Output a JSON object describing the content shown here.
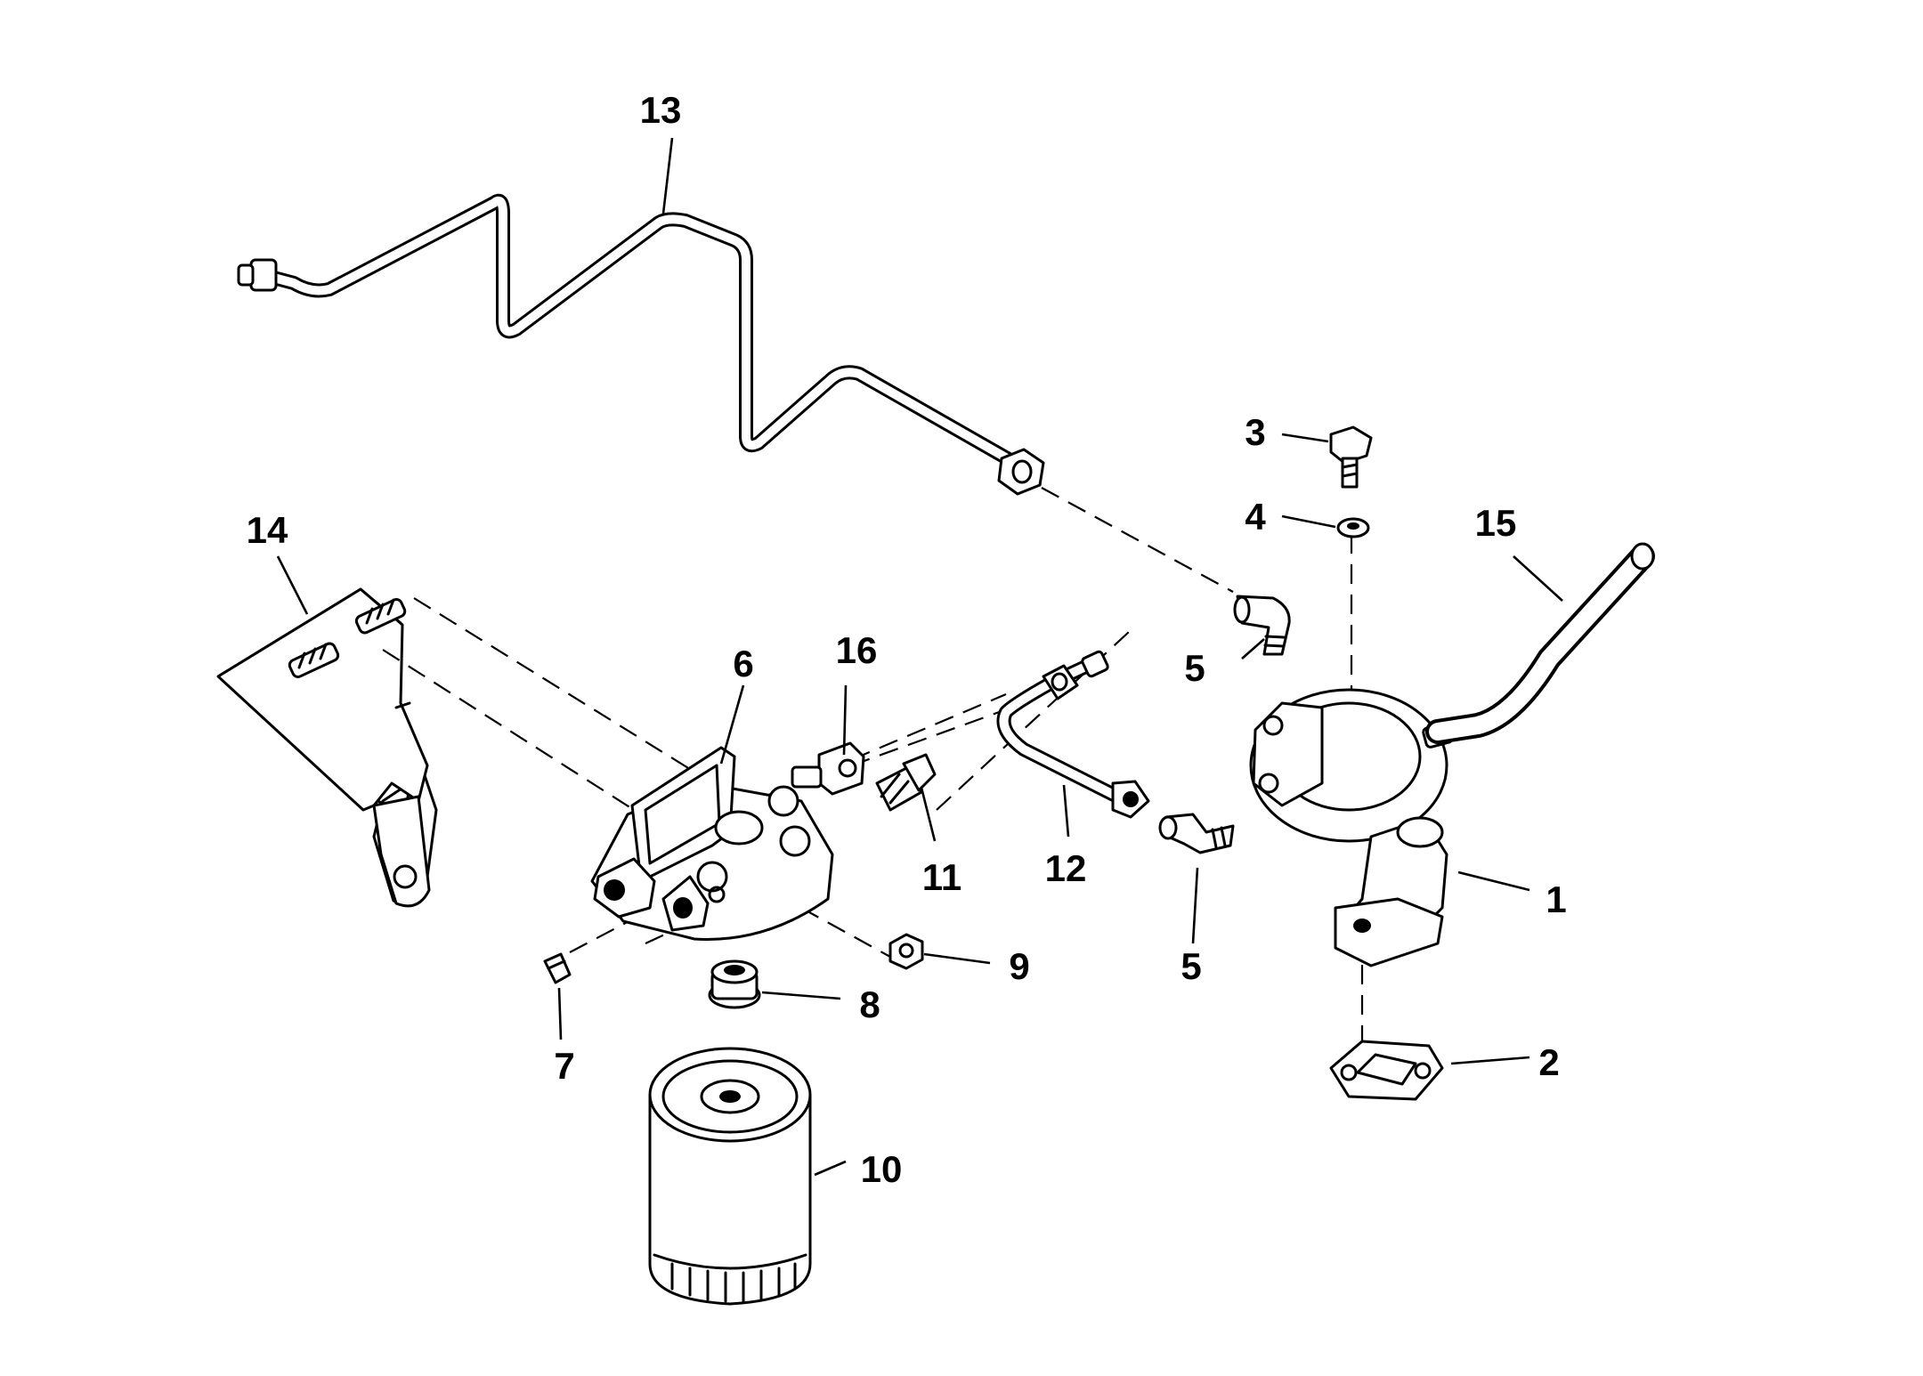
{
  "callouts": {
    "c1": "1",
    "c2": "2",
    "c3": "3",
    "c4": "4",
    "c5a": "5",
    "c5b": "5",
    "c6": "6",
    "c7": "7",
    "c8": "8",
    "c9": "9",
    "c10": "10",
    "c11": "11",
    "c12": "12",
    "c13": "13",
    "c14": "14",
    "c15": "15",
    "c16": "16"
  }
}
